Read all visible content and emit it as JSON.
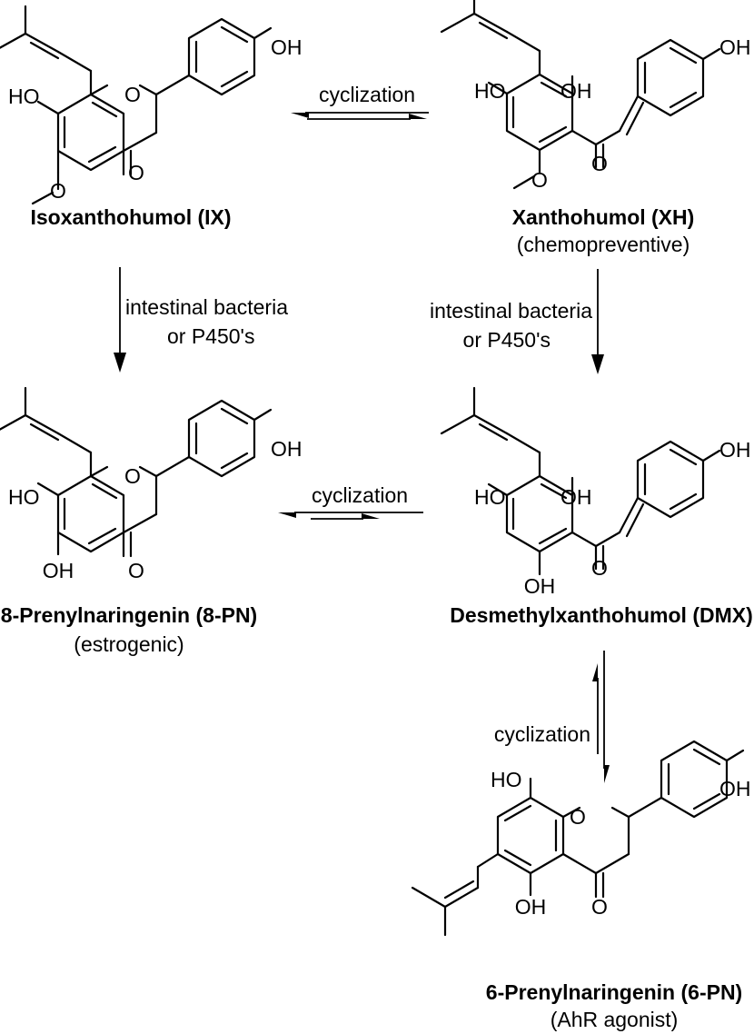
{
  "compounds": {
    "ix": {
      "name": "Isoxanthohumol (IX)",
      "note": ""
    },
    "xh": {
      "name": "Xanthohumol (XH)",
      "note": "(chemopreventive)"
    },
    "pn8": {
      "name": "8-Prenylnaringenin (8-PN)",
      "note": "(estrogenic)"
    },
    "dmx": {
      "name": "Desmethylxanthohumol (DMX)",
      "note": ""
    },
    "pn6": {
      "name": "6-Prenylnaringenin (6-PN)",
      "note": "(AhR agonist)"
    }
  },
  "reactions": {
    "cyclization": "cyclization",
    "metabolism_line1": "intestinal bacteria",
    "metabolism_line2": "or P450's"
  },
  "atoms": {
    "hydroxyl": "OH",
    "hydroxyl_left": "HO",
    "oxygen": "O"
  }
}
